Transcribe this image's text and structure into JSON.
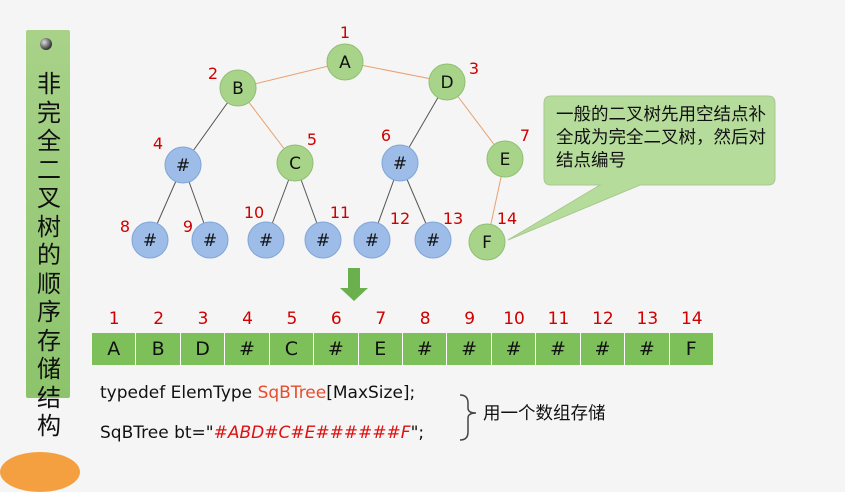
{
  "sidebar_title": "非完全二叉树的顺序存储结构",
  "tree": {
    "nodes": [
      {
        "id": "A",
        "label": "A",
        "num": "1",
        "kind": "real"
      },
      {
        "id": "B",
        "label": "B",
        "num": "2",
        "kind": "real"
      },
      {
        "id": "D",
        "label": "D",
        "num": "3",
        "kind": "real"
      },
      {
        "id": "n4",
        "label": "#",
        "num": "4",
        "kind": "empty"
      },
      {
        "id": "C",
        "label": "C",
        "num": "5",
        "kind": "real"
      },
      {
        "id": "n6",
        "label": "#",
        "num": "6",
        "kind": "empty"
      },
      {
        "id": "E",
        "label": "E",
        "num": "7",
        "kind": "real"
      },
      {
        "id": "n8",
        "label": "#",
        "num": "8",
        "kind": "empty"
      },
      {
        "id": "n9",
        "label": "#",
        "num": "9",
        "kind": "empty"
      },
      {
        "id": "n10",
        "label": "#",
        "num": "10",
        "kind": "empty"
      },
      {
        "id": "n11",
        "label": "#",
        "num": "11",
        "kind": "empty"
      },
      {
        "id": "n12",
        "label": "#",
        "num": "12",
        "kind": "empty"
      },
      {
        "id": "n13",
        "label": "#",
        "num": "13",
        "kind": "empty"
      },
      {
        "id": "F",
        "label": "F",
        "num": "14",
        "kind": "real"
      }
    ]
  },
  "callout": "一般的二叉树先用空结点补全成为完全二叉树，然后对结点编号",
  "array": {
    "indices": [
      "1",
      "2",
      "3",
      "4",
      "5",
      "6",
      "7",
      "8",
      "9",
      "10",
      "11",
      "12",
      "13",
      "14"
    ],
    "cells": [
      "A",
      "B",
      "D",
      "#",
      "C",
      "#",
      "E",
      "#",
      "#",
      "#",
      "#",
      "#",
      "#",
      "F"
    ]
  },
  "code": {
    "line1_prefix": "typedef ElemType ",
    "line1_name": "SqBTree",
    "line1_suffix": "[MaxSize];",
    "line2_prefix": "SqBTree bt=\"",
    "line2_value": "#ABD#C#E######F",
    "line2_suffix": "\";"
  },
  "note": "用一个数组存储",
  "colors": {
    "real_node": "#a8d48a",
    "empty_node": "#9dbde8",
    "array_cell": "#7dc05a",
    "index_red": "#d00000",
    "edge_real": "#e8a070",
    "edge_empty": "#555555"
  }
}
